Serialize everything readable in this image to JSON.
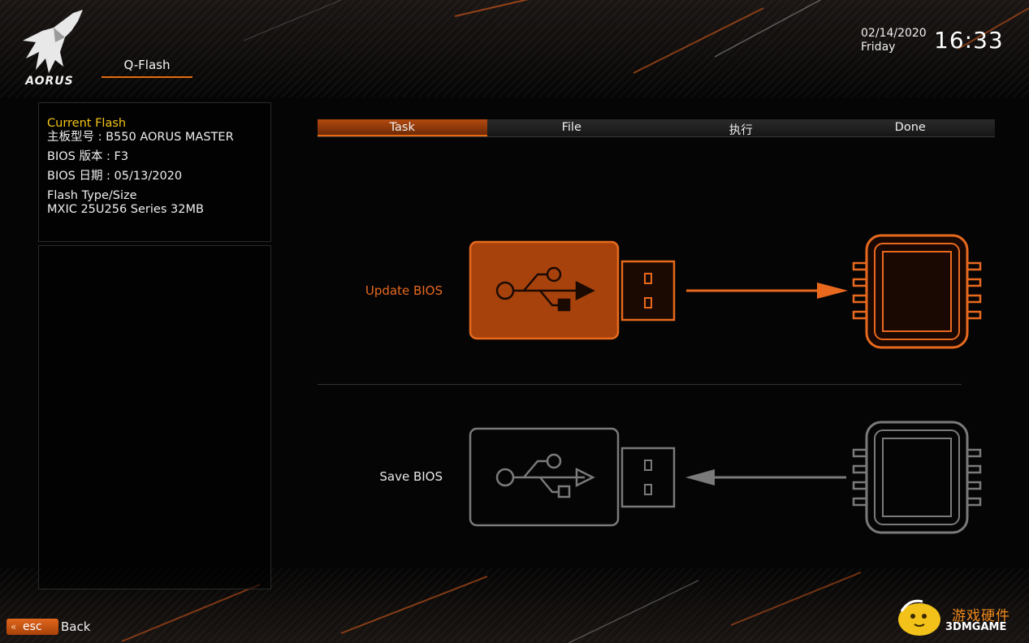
{
  "brand": {
    "logo_text": "AORUS",
    "logo_icon": "aorus-eagle-icon"
  },
  "header": {
    "tab_label": "Q-Flash",
    "date": "02/14/2020",
    "weekday": "Friday",
    "time": "16:33"
  },
  "current_flash": {
    "heading": "Current Flash",
    "model": "主板型号 : B550 AORUS MASTER",
    "bios_version": "BIOS 版本 : F3",
    "bios_date": "BIOS 日期 : 05/13/2020",
    "flash_type_label": "Flash Type/Size",
    "flash_type_value": "MXIC 25U256 Series  32MB"
  },
  "steps": [
    {
      "label": "Task",
      "active": true
    },
    {
      "label": "File",
      "active": false
    },
    {
      "label": "执行",
      "active": false
    },
    {
      "label": "Done",
      "active": false
    }
  ],
  "options": {
    "update": {
      "label": "Update BIOS",
      "icon": "usb-to-chip-icon"
    },
    "save": {
      "label": "Save BIOS",
      "icon": "chip-to-usb-icon"
    }
  },
  "footer": {
    "esc_key": "esc",
    "back_label": "Back"
  },
  "watermark": {
    "cn": "游戏硬件",
    "en": "3DMGAME"
  },
  "colors": {
    "accent": "#e8691e",
    "highlight": "#f5c518",
    "inactive": "#7a7a7a",
    "background": "#050505"
  }
}
